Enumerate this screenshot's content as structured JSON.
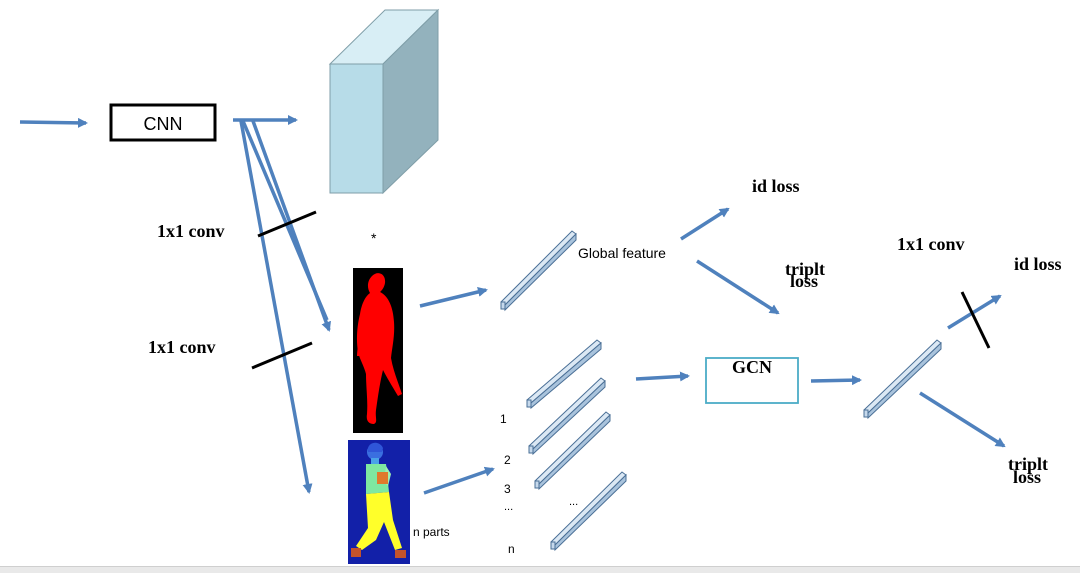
{
  "labels": {
    "cnn": "CNN",
    "conv_1": "1x1 conv",
    "conv_2": "1x1 conv",
    "conv_3": "1x1 conv",
    "asterisk": "*",
    "global_feature": "Global feature",
    "id_loss_1": "id loss",
    "triplet_1_top": "triplt",
    "triplet_1_bottom": "loss",
    "gcn": "GCN",
    "id_loss_2": "id loss",
    "triplet_2_top": "triplt",
    "triplet_2_bottom": "loss",
    "n_parts": "n parts",
    "part_1": "1",
    "part_2": "2",
    "part_3": "3",
    "ellipsis_left": "...",
    "ellipsis_mid": "...",
    "part_n": "n"
  },
  "colors": {
    "arrow": "#4f81bd",
    "bar_fill": "#c6d9ec",
    "bar_stroke": "#4a6f96",
    "cube_front": "#b7dce8",
    "cube_top": "#d8eef5",
    "cube_side": "#93b2bd",
    "gcn_border": "#4bacc6",
    "silhouette_bg": "#000000",
    "silhouette_fg": "#ff0000",
    "parsing_bg": "#1220a8"
  }
}
